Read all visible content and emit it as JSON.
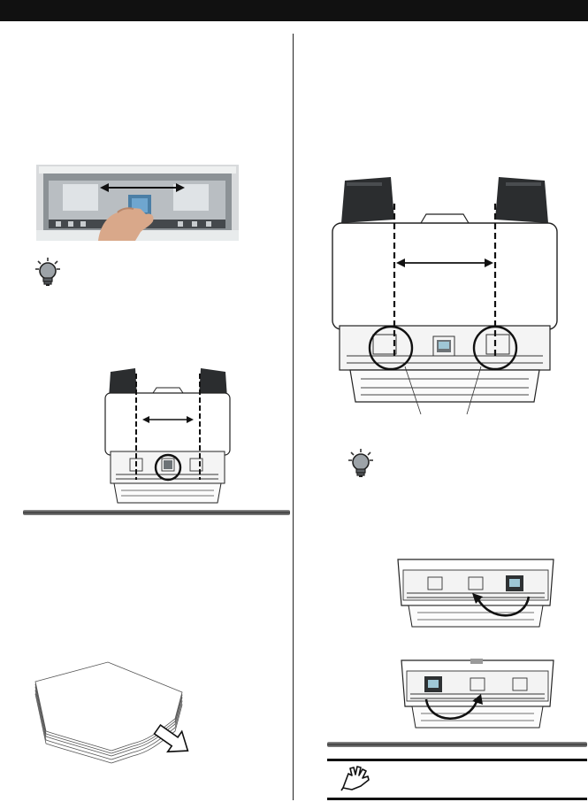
{
  "page": {
    "header_bar_color": "#111111",
    "accent_gray": "#5a5a5a"
  },
  "figures": {
    "photo_pad_slide": {
      "icon": "hand-sliding-pad-photo"
    },
    "hint_left": {
      "icon": "lightbulb-hint-icon"
    },
    "hint_right": {
      "icon": "lightbulb-hint-icon"
    },
    "note_icon": {
      "icon": "hand-caution-icon"
    },
    "paper_stack": {
      "icon": "curled-paper-stack"
    },
    "arrow_out": {
      "icon": "hollow-arrow-down-right"
    }
  }
}
